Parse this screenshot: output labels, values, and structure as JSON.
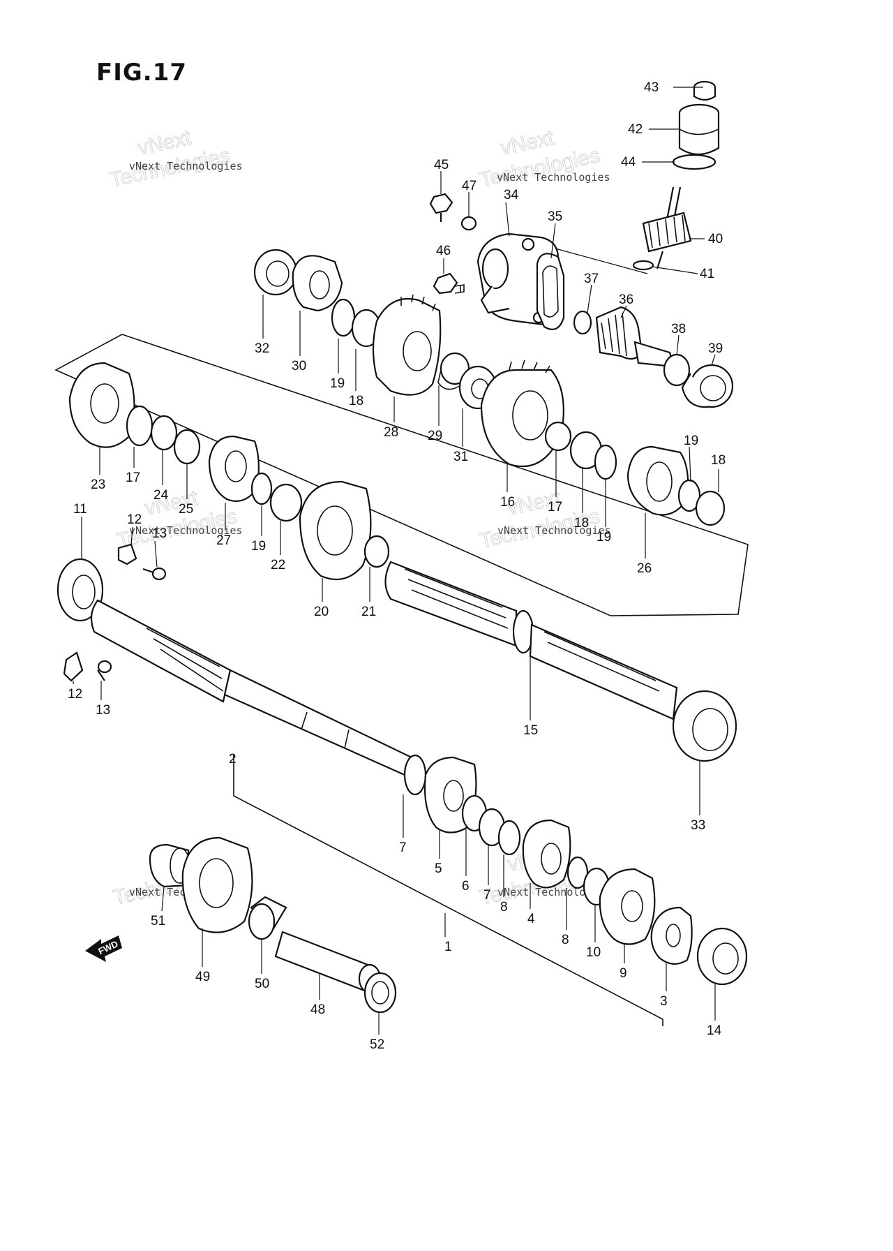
{
  "title": "FIG.17",
  "watermark": {
    "line1": "vNext Technologies",
    "line2": "vNext",
    "line3": "Technologies"
  },
  "fwd_label": "FWD",
  "callouts": {
    "c1": "1",
    "c2": "2",
    "c3": "3",
    "c4": "4",
    "c5": "5",
    "c6": "6",
    "c7a": "7",
    "c7b": "7",
    "c8a": "8",
    "c8b": "8",
    "c9": "9",
    "c10": "10",
    "c11": "11",
    "c12a": "12",
    "c12b": "12",
    "c13a": "13",
    "c13b": "13",
    "c14": "14",
    "c15": "15",
    "c16": "16",
    "c17a": "17",
    "c17b": "17",
    "c18a": "18",
    "c18b": "18",
    "c18c": "18",
    "c19a": "19",
    "c19b": "19",
    "c19c": "19",
    "c19d": "19",
    "c20": "20",
    "c21": "21",
    "c22": "22",
    "c23": "23",
    "c24": "24",
    "c25": "25",
    "c26": "26",
    "c27": "27",
    "c28": "28",
    "c29": "29",
    "c30": "30",
    "c31": "31",
    "c32": "32",
    "c33": "33",
    "c34": "34",
    "c35": "35",
    "c36": "36",
    "c37": "37",
    "c38": "38",
    "c39": "39",
    "c40": "40",
    "c41": "41",
    "c42": "42",
    "c43": "43",
    "c44": "44",
    "c45": "45",
    "c46": "46",
    "c47": "47",
    "c48": "48",
    "c49": "49",
    "c50": "50",
    "c51": "51",
    "c52": "52"
  }
}
